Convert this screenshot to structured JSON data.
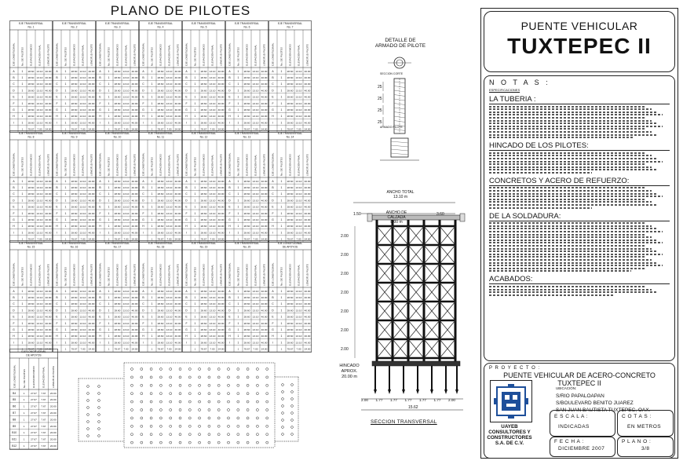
{
  "drawing": {
    "main_title": "PLANO DE PILOTES",
    "detail_title_1": "DETALLE DE",
    "detail_title_2": "ARMADO DE PILOTE",
    "detail_sub_label": "SECCION CORTE",
    "detail_sub_label_2": "ARMADO PILOTE",
    "section_title": "SECCION TRANSVERSAL",
    "ancho_total_label": "ANCHO TOTAL",
    "ancho_total_value": "13.10 m",
    "ancho_calzada_label": "ANCHO DE CALZADA",
    "ancho_calzada_value": "8.00 m",
    "left_dim": "1.50",
    "right_dim": "3.60",
    "level_labels": [
      "2.00",
      "2.00",
      "2.00",
      "2.00",
      "2.00",
      "2.00",
      "2.00"
    ],
    "hincado_label": "HINCADO APROX.",
    "hincado_value": "20.00 m",
    "bottom_dims": [
      "2.00",
      "1.77",
      "1.77",
      "1.77",
      "1.77",
      "1.77",
      "2.00"
    ],
    "bottom_total": "15.62",
    "detail_dims": [
      "25",
      "25",
      "25",
      "25"
    ]
  },
  "pile_tables": {
    "axes_header": "EJE TRANSVERSAL",
    "col_headers": [
      "EJE LONGITUDINAL",
      "No. DE PILOTES",
      "ELEVACION INICIO",
      "ELEVACION FINAL",
      "LONGITUD PILOTE"
    ],
    "row_letters": [
      "A",
      "B",
      "C",
      "D",
      "E",
      "F",
      "G",
      "H",
      "I"
    ],
    "sample_values": [
      "28.60",
      "13.10",
      "40.00"
    ],
    "totals_row": [
      "1",
      "78.67",
      "7.00",
      "24.00"
    ],
    "last_header": "EJE LONGITUDINAL DE APOYOS",
    "bottom_table_header": "EJE LONGITUDINAL DE APOYOS",
    "bottom_table_rows": [
      "B4",
      "B5",
      "B6",
      "B7",
      "B8",
      "B9",
      "B10",
      "B11",
      "B12"
    ],
    "bottom_table_values": [
      "1",
      "27.67",
      "7.67",
      "20.00"
    ]
  },
  "title_block": {
    "header_line1": "PUENTE VEHICULAR",
    "header_line2": "TUXTEPEC II",
    "notas_title": "N O T A S :",
    "notas_subtitle": "ESPECIFICACIONES",
    "sections": [
      {
        "heading": "LA TUBERIA :",
        "lines": 12
      },
      {
        "heading": "HINCADO DE LOS PILOTES:",
        "lines": 8
      },
      {
        "heading": "CONCRETOS Y ACERO DE REFUERZO:",
        "lines": 8
      },
      {
        "heading": "DE LA SOLDADURA:",
        "lines": 18
      },
      {
        "heading": "ACABADOS:",
        "lines": 4
      }
    ],
    "proyecto_label": "P R O Y E C T O :",
    "proyecto_line1": "PUENTE VEHICULAR DE ACERO-CONCRETO",
    "proyecto_line2": "TUXTEPEC II",
    "ubicacion_label": "UBICACIÓN:",
    "ubicacion_lines": [
      "S/RIO PAPALOAPAN",
      "S/BOULEVARD BENITO JUAREZ",
      "SAN JUAN BAUTISTA TUXTEPEC, OAX."
    ],
    "firm_lines": [
      "UAYEB",
      "CONSULTORES Y",
      "CONSTRUCTORES",
      "S.A. DE C.V."
    ],
    "escala_label": "E S C A L A :",
    "escala_value": "INDICADAS",
    "cotas_label": "C O T A S :",
    "cotas_value": "EN METROS",
    "fecha_label": "F E C H A :",
    "fecha_value": "DICIEMBRE 2007",
    "plano_label": "P L A N O :",
    "plano_value": "3/8"
  }
}
